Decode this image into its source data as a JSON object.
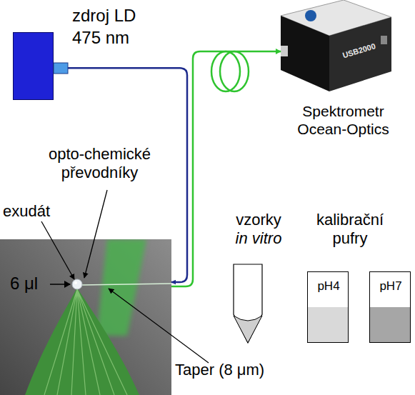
{
  "diagram": {
    "nodes": [
      {
        "text": [
          "zdroj LD 475 nm"
        ]
      },
      {
        "text": [
          "Spektrometr Ocean-Optics"
        ]
      },
      {
        "text": [
          "6 μl"
        ]
      },
      {
        "text": [
          "pH4"
        ]
      },
      {
        "text": [
          "pH7"
        ]
      }
    ],
    "edges": [
      {
        "from": 0,
        "to": 2,
        "arrow": "to"
      },
      {
        "from": 2,
        "to": 1,
        "arrow": "to"
      }
    ],
    "labels": [
      "opto-chemické převodníky",
      "exudát",
      "Taper (8 μm)",
      "vzorky",
      "in vitro",
      "kalibrační pufry",
      "USB2000"
    ]
  }
}
